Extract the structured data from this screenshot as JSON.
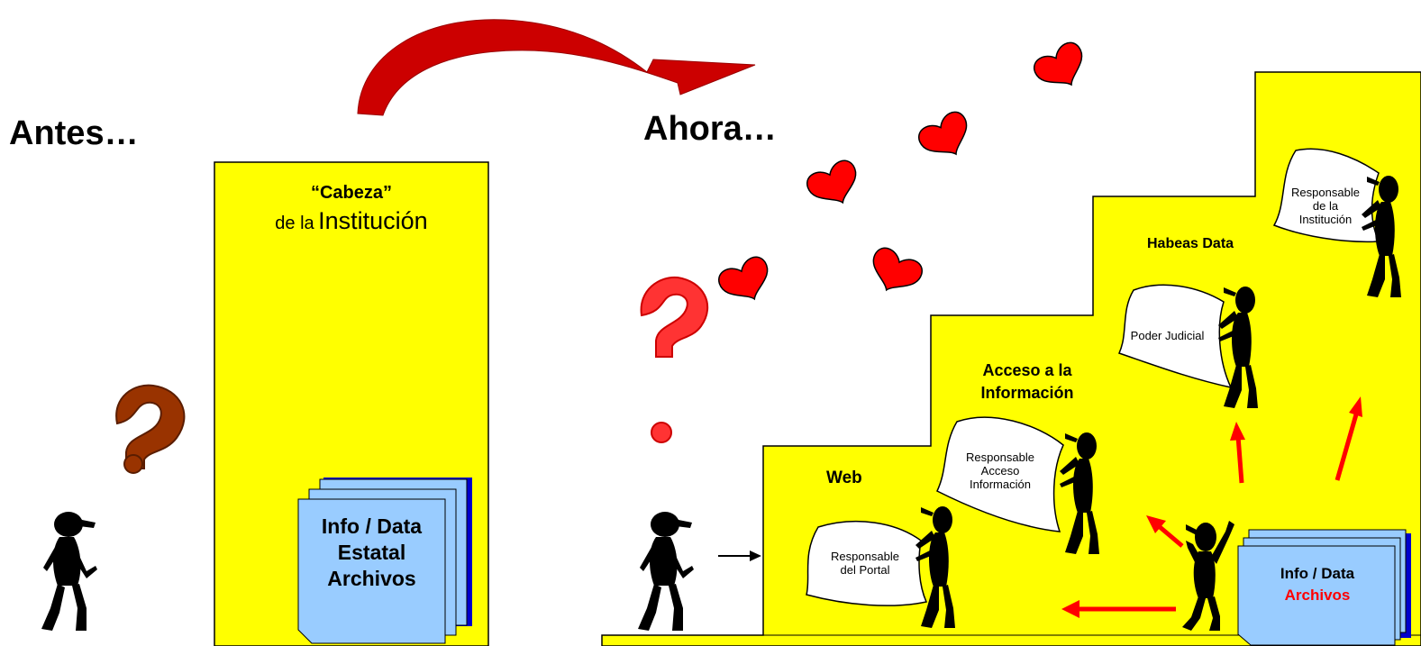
{
  "before": {
    "title": "Antes…",
    "box_title_bold": "“Cabeza”",
    "box_title_small": "de la",
    "box_title_large": "Institución",
    "stack_lines": [
      "Info / Data",
      "Estatal",
      "Archivos"
    ]
  },
  "after": {
    "title": "Ahora…",
    "steps": [
      {
        "label": "Web",
        "responsible": [
          "Responsable",
          "del Portal"
        ]
      },
      {
        "label": "Acceso a la Información",
        "label_lines": [
          "Acceso a la",
          "Información"
        ],
        "responsible": [
          "Responsable",
          "Acceso",
          "Información"
        ]
      },
      {
        "label": "Habeas Data",
        "responsible": [
          "Poder Judicial"
        ]
      },
      {
        "label": "",
        "responsible": [
          "Responsable",
          "de la",
          "Institución"
        ]
      }
    ],
    "stack_lines": [
      "Info / Data",
      "Archivos"
    ]
  },
  "colors": {
    "block_fill": "#ffff00",
    "stack_fill": "#99ccff",
    "stack_shadow": "#0000cc",
    "heart": "#ff0000",
    "arrow_red": "#ff0000",
    "curved_arrow": "#cc0000",
    "question_brown": "#993300",
    "question_red": "#ff3333",
    "accent_text": "#ff0000"
  },
  "icons": [
    "curved-arrow-icon",
    "heart-icon",
    "question-mark-icon",
    "person-icon",
    "paper-sheet-icon",
    "document-stack-icon",
    "red-arrow-icon"
  ]
}
